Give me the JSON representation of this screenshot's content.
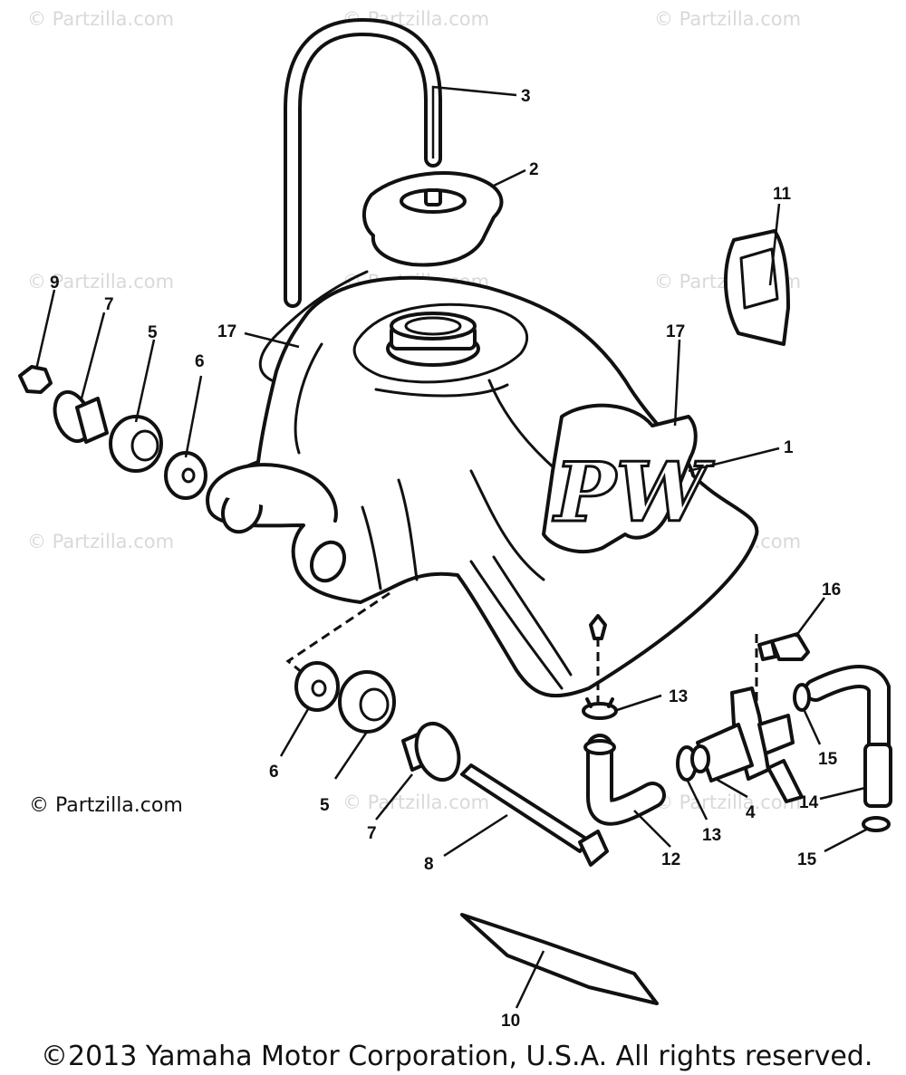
{
  "watermark": "© Partzilla.com",
  "watermark_dark": "© Partzilla.com",
  "copyright": "©2013 Yamaha Motor Corporation, U.S.A. All rights reserved.",
  "tank_logo": "PW",
  "callouts": [
    "1",
    "2",
    "3",
    "4",
    "5",
    "5",
    "6",
    "6",
    "7",
    "7",
    "8",
    "9",
    "10",
    "11",
    "12",
    "13",
    "13",
    "14",
    "15",
    "15",
    "16",
    "17",
    "17"
  ],
  "parts": [
    {
      "no": "1",
      "part": "fuel-tank"
    },
    {
      "no": "2",
      "part": "fuel-cap"
    },
    {
      "no": "3",
      "part": "breather-hose"
    },
    {
      "no": "4",
      "part": "fuel-cock"
    },
    {
      "no": "5",
      "part": "damper"
    },
    {
      "no": "6",
      "part": "washer"
    },
    {
      "no": "7",
      "part": "collar"
    },
    {
      "no": "8",
      "part": "bolt"
    },
    {
      "no": "9",
      "part": "nut"
    },
    {
      "no": "10",
      "part": "damper-strip"
    },
    {
      "no": "11",
      "part": "emblem"
    },
    {
      "no": "12",
      "part": "fuel-pipe"
    },
    {
      "no": "13",
      "part": "clip"
    },
    {
      "no": "14",
      "part": "hose"
    },
    {
      "no": "15",
      "part": "clip"
    },
    {
      "no": "16",
      "part": "screw"
    },
    {
      "no": "17",
      "part": "graphic"
    }
  ]
}
